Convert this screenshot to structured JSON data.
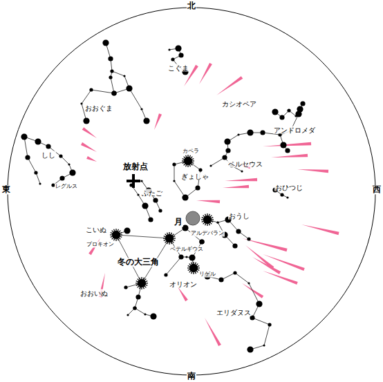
{
  "diagram": {
    "labels": [
      "北",
      "東",
      "西",
      "南",
      "こぐま",
      "おおぐま",
      "カシオペア",
      "アンドロメダ",
      "しし",
      "レグルス",
      "放射点",
      "カペラ",
      "ペルセウス",
      "ぎょしゃ",
      "ふたご",
      "おひつじ",
      "月",
      "おうし",
      "アルデバラン",
      "こいぬ",
      "プロキオン",
      "ベテルギウス",
      "冬の大三角",
      "リゲル",
      "オリオン",
      "おおいぬ",
      "エリダヌス"
    ]
  }
}
